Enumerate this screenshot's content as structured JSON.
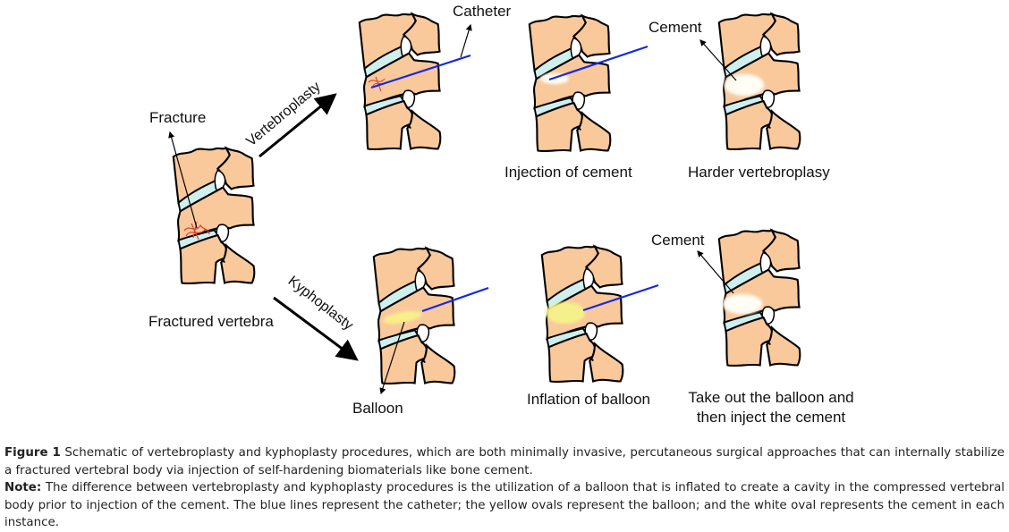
{
  "figure": {
    "colors": {
      "bone": "#F9C89B",
      "disc": "#CFEFEF",
      "outline": "#000000",
      "catheter": "#1428E0",
      "fracture": "#D8432B",
      "balloon": "#F6F08A",
      "cement": "#FFFDF4"
    },
    "labels": {
      "fracture": "Fracture",
      "fractured_vertebra": "Fractured vertebra",
      "vertebroplasty_arrow": "Vertebroplasty",
      "kyphoplasty_arrow": "Kyphoplasty",
      "catheter": "Catheter",
      "cement_top": "Cement",
      "cement_bottom": "Cement",
      "balloon": "Balloon"
    },
    "panels": [
      {
        "id": "fractured",
        "caption": ""
      },
      {
        "id": "vp-catheter",
        "caption": ""
      },
      {
        "id": "vp-injection",
        "caption": "Injection of cement"
      },
      {
        "id": "vp-harder",
        "caption": "Harder vertebroplasy"
      },
      {
        "id": "kp-balloon",
        "caption": ""
      },
      {
        "id": "kp-inflation",
        "caption": "Inflation of balloon"
      },
      {
        "id": "kp-cement",
        "caption_line1": "Take out the balloon and",
        "caption_line2": "then inject the cement"
      }
    ]
  },
  "caption": {
    "figure_label": "Figure 1",
    "figure_text": "Schematic of vertebroplasty and kyphoplasty procedures, which are both minimally invasive, percutaneous surgical approaches that can internally stabilize a fractured vertebral body via injection of self-hardening biomaterials like bone cement.",
    "note_label": "Note:",
    "note_text": "The difference between vertebroplasty and kyphoplasty procedures is the utilization of a balloon that is inflated to create a cavity in the compressed vertebral body prior to injection of the cement. The blue lines represent the catheter; the yellow ovals represent the balloon; and the white oval represents the cement in each instance."
  }
}
